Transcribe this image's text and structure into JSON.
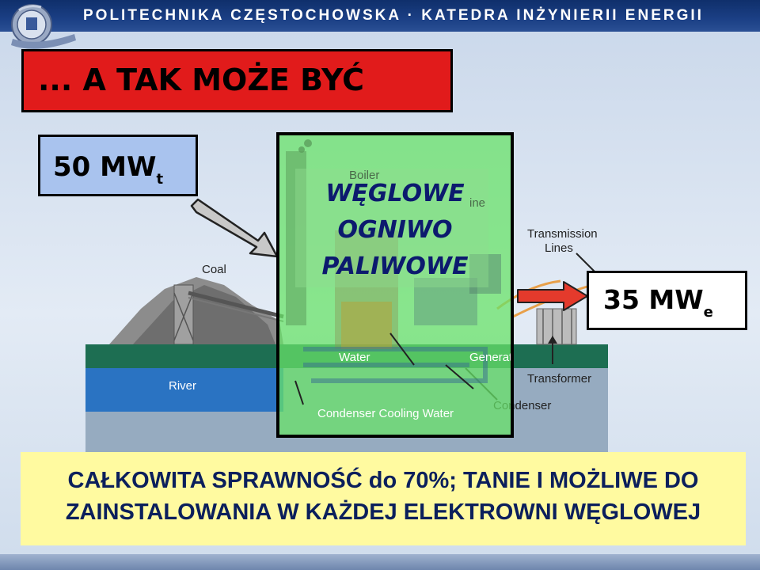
{
  "header": {
    "title": "POLITECHNIKA CZĘSTOCHOWSKA · KATEDRA INŻYNIERII ENERGII"
  },
  "slide": {
    "title": "... A TAK MOŻE BYĆ"
  },
  "input_power": {
    "value": "50 MW",
    "subscript": "t"
  },
  "output_power": {
    "value": "35 MW",
    "subscript": "e"
  },
  "fuel_cell": {
    "lines": [
      "WĘGLOWE",
      "OGNIWO",
      "PALIWOWE"
    ]
  },
  "diagram_labels": {
    "coal": "Coal",
    "boiler": "Boiler",
    "turbine_fragment": "ine",
    "transmission": "Transmission",
    "lines": "Lines",
    "water": "Water",
    "generator": "Generator",
    "river": "River",
    "transformer": "Transformer",
    "condenser_cooling_water": "Condenser Cooling Water",
    "condenser": "Condenser"
  },
  "summary": {
    "line1": "CAŁKOWITA SPRAWNOŚĆ do 70%; TANIE I MOŻLIWE DO",
    "line2": "ZAINSTALOWANIA W KAŻDEJ ELEKTROWNI WĘGLOWEJ"
  },
  "colors": {
    "title_box": "#e11b1b",
    "input_box": "#a9c3ee",
    "fuel_cell_overlay": "#68e268",
    "summary_box": "#fffaa0",
    "header": "#1b3f85"
  }
}
